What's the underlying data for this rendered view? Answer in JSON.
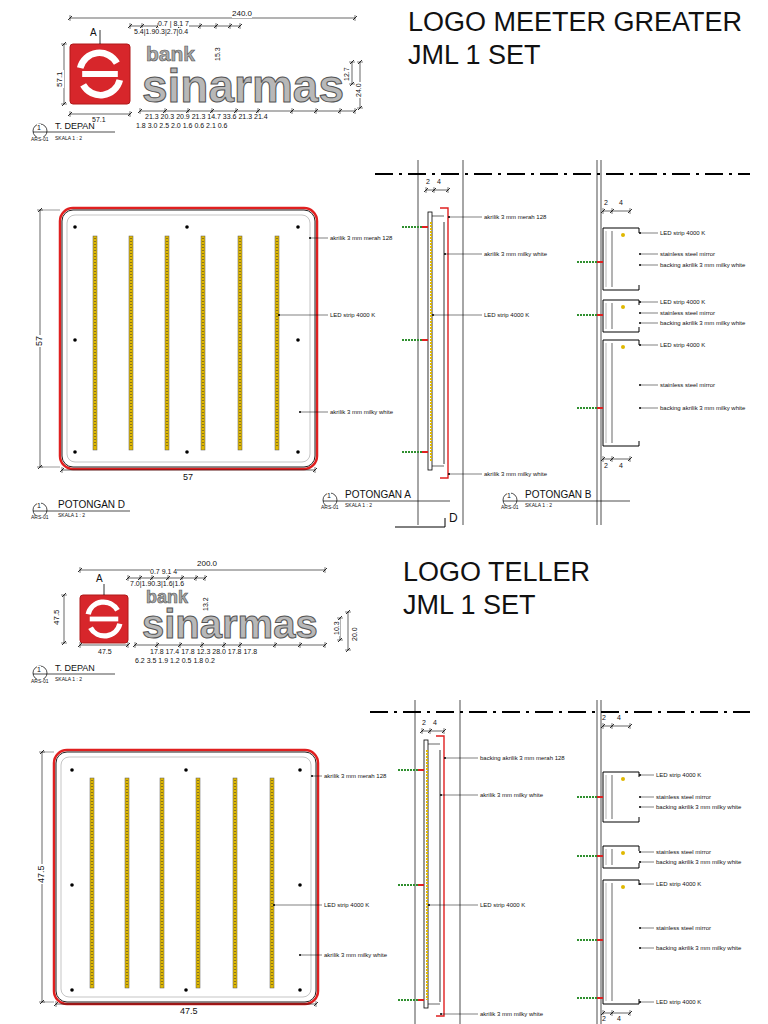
{
  "diagram": {
    "title": "LOGO MEETER GREATER JML 1 SET",
    "labels": [
      "240.0",
      "0.7 | 8.1 7",
      "5.4|1.90.3|2.7|0.4",
      "A",
      "15.3",
      "57.1",
      "12.7",
      "24.0",
      "57.1",
      "21.3 20.3 20.9 21.3 14.7 33.6 21.3 21.4",
      "1.8 3.0 2.5 2.0 1.6 0.6 2.1 0.6",
      "bank",
      "sinarmas",
      "1",
      "ARS-01",
      "T. DEPAN",
      "SKALA 1 : 2",
      "57",
      "57",
      "akrilik 3 mm merah 128",
      "LED strip 4000 K",
      "akrilik 3 mm milky white",
      "1",
      "ARS-01",
      "POTONGAN D",
      "SKALA 1 : 2",
      "2",
      "4",
      "akrilik 3 mm merah 128",
      "akrilik 3 mm milky white",
      "LED strip 4000 K",
      "akrilik 3 mm milky white",
      "1",
      "ARS-01",
      "POTONGAN A",
      "SKALA 1 : 2",
      "D",
      "2",
      "4",
      "LED strip 4000 K",
      "stainless steel mirror",
      "backing akrilik 3 mm milky white",
      "LED strip 4000 K",
      "stainless steel mirror",
      "backing akrilik 3 mm milky white",
      "LED strip 4000 K",
      "stainless steel mirror",
      "backing akrilik 3 mm milky white",
      "2",
      "4",
      "1",
      "ARS-01",
      "POTONGAN B",
      "SKALA 1 : 2",
      "LOGO TELLER JML 1 SET",
      "200.0",
      "0.7 9.1 4",
      "7.0|1.90.3|1.6|1.6",
      "A",
      "13.2",
      "47.5",
      "10.3",
      "20.0",
      "47.5",
      "17.8 17.4 17.8 12.3 28.0 17.8 17.8",
      "6.2 3.5 1.9 1.2 0.5 1.8 0.2",
      "bank",
      "sinarmas",
      "1",
      "ARS-01",
      "T. DEPAN",
      "SKALA 1 : 2",
      "47.5",
      "47.5",
      "akrilik 3 mm merah 128",
      "LED strip 4000 K",
      "akrilik 3 mm milky white",
      "2",
      "4",
      "backing akrilik 3 mm merah 128",
      "akrilik 3 mm milky white",
      "LED strip 4000 K",
      "akrilik 3 mm milky white",
      "2",
      "4",
      "LED strip 4000 K",
      "stainless steel mirror",
      "backing akrilik 3 mm milky white",
      "stainless steel mirror",
      "backing akrilik 3 mm milky white",
      "LED strip 4000 K",
      "stainless steel mirror",
      "backing akrilik 3 mm milky white",
      "LED strip 4000 K",
      "2",
      "4"
    ]
  }
}
